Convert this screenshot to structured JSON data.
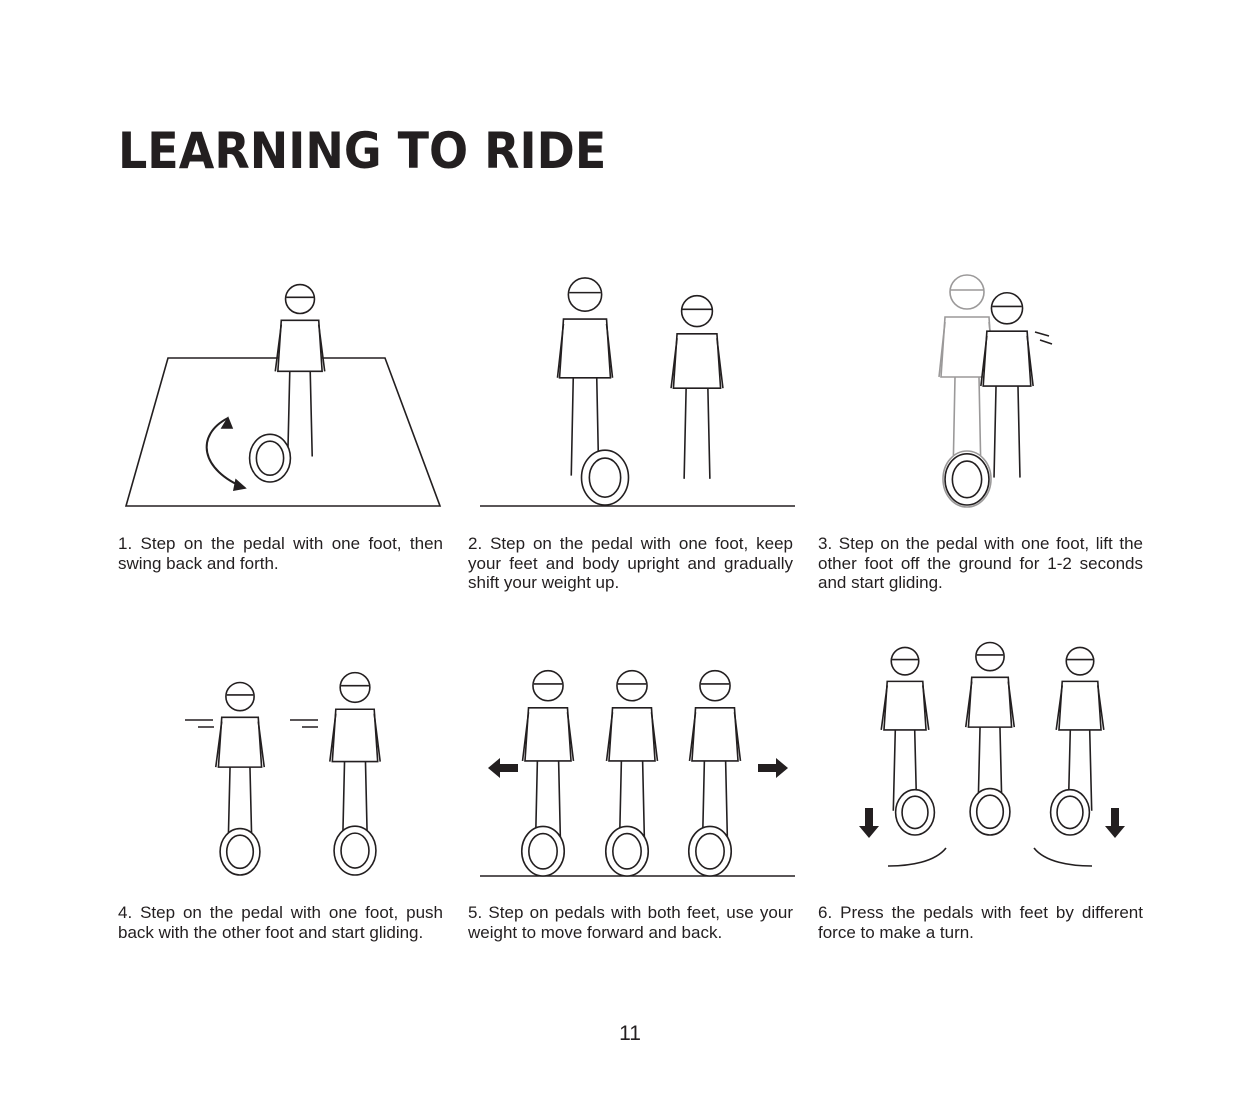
{
  "page": {
    "title": "LEARNING TO RIDE",
    "page_number": "11"
  },
  "steps": [
    {
      "caption": "1. Step on the pedal with one foot, then swing back and forth."
    },
    {
      "caption": "2. Step on the pedal with one foot, keep your feet and body upright and gradually shift your weight up."
    },
    {
      "caption": "3. Step on the pedal with one foot, lift the other foot off the ground for 1-2 seconds and start gliding."
    },
    {
      "caption": "4. Step on the pedal with one foot, push back with the other foot and start gliding."
    },
    {
      "caption": "5. Step on pedals with both feet, use your weight to move forward and back."
    },
    {
      "caption": "6. Press the pedals with feet by different force to make a turn."
    }
  ]
}
